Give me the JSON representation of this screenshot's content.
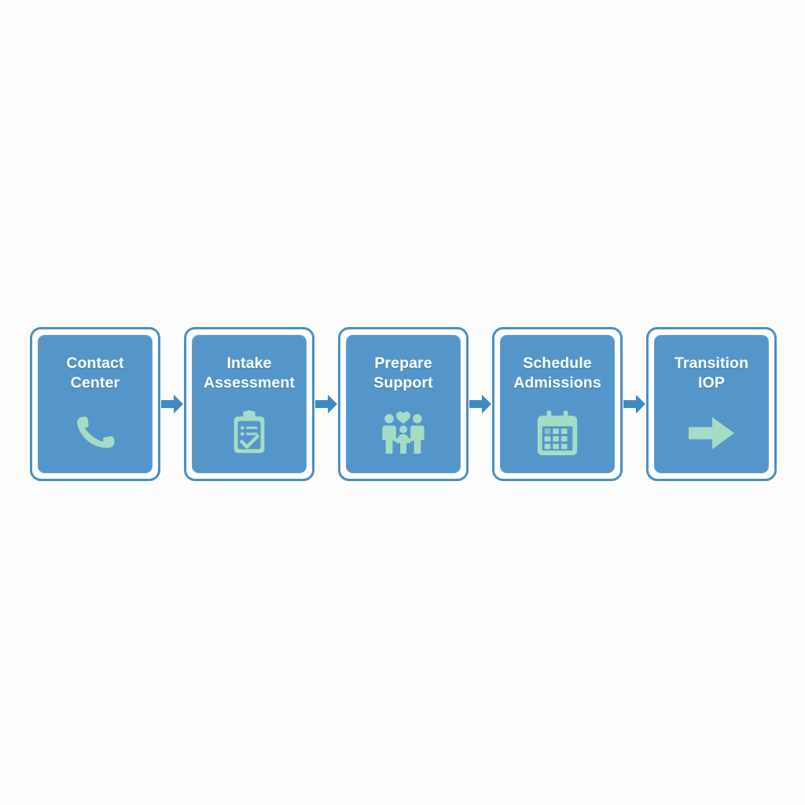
{
  "diagram": {
    "type": "process-flow",
    "orientation": "horizontal",
    "background_color": "#fdfdfd",
    "card_color": "#5596ca",
    "card_border_color": "#4a90c2",
    "label_color": "#ffffff",
    "icon_color": "#a5dcc5",
    "connector_color": "#3f8ac0",
    "steps": [
      {
        "label": "Contact\nCenter",
        "line1": "Contact",
        "line2": "Center",
        "icon": "phone-handset-icon"
      },
      {
        "label": "Intake\nAssessment",
        "line1": "Intake",
        "line2": "Assessment",
        "icon": "clipboard-checklist-icon"
      },
      {
        "label": "Prepare\nSupport",
        "line1": "Prepare",
        "line2": "Support",
        "icon": "family-heart-icon"
      },
      {
        "label": "Schedule\nAdmissions",
        "line1": "Schedule",
        "line2": "Admissions",
        "icon": "calendar-icon"
      },
      {
        "label": "Transition\nIOP",
        "line1": "Transition",
        "line2": "IOP",
        "icon": "arrow-right-icon"
      }
    ],
    "connectors": [
      {
        "name": "arrow-step-1-to-2",
        "icon": "arrow-right-icon"
      },
      {
        "name": "arrow-step-2-to-3",
        "icon": "arrow-right-icon"
      },
      {
        "name": "arrow-step-3-to-4",
        "icon": "arrow-right-icon"
      },
      {
        "name": "arrow-step-4-to-5",
        "icon": "arrow-right-icon"
      }
    ]
  }
}
